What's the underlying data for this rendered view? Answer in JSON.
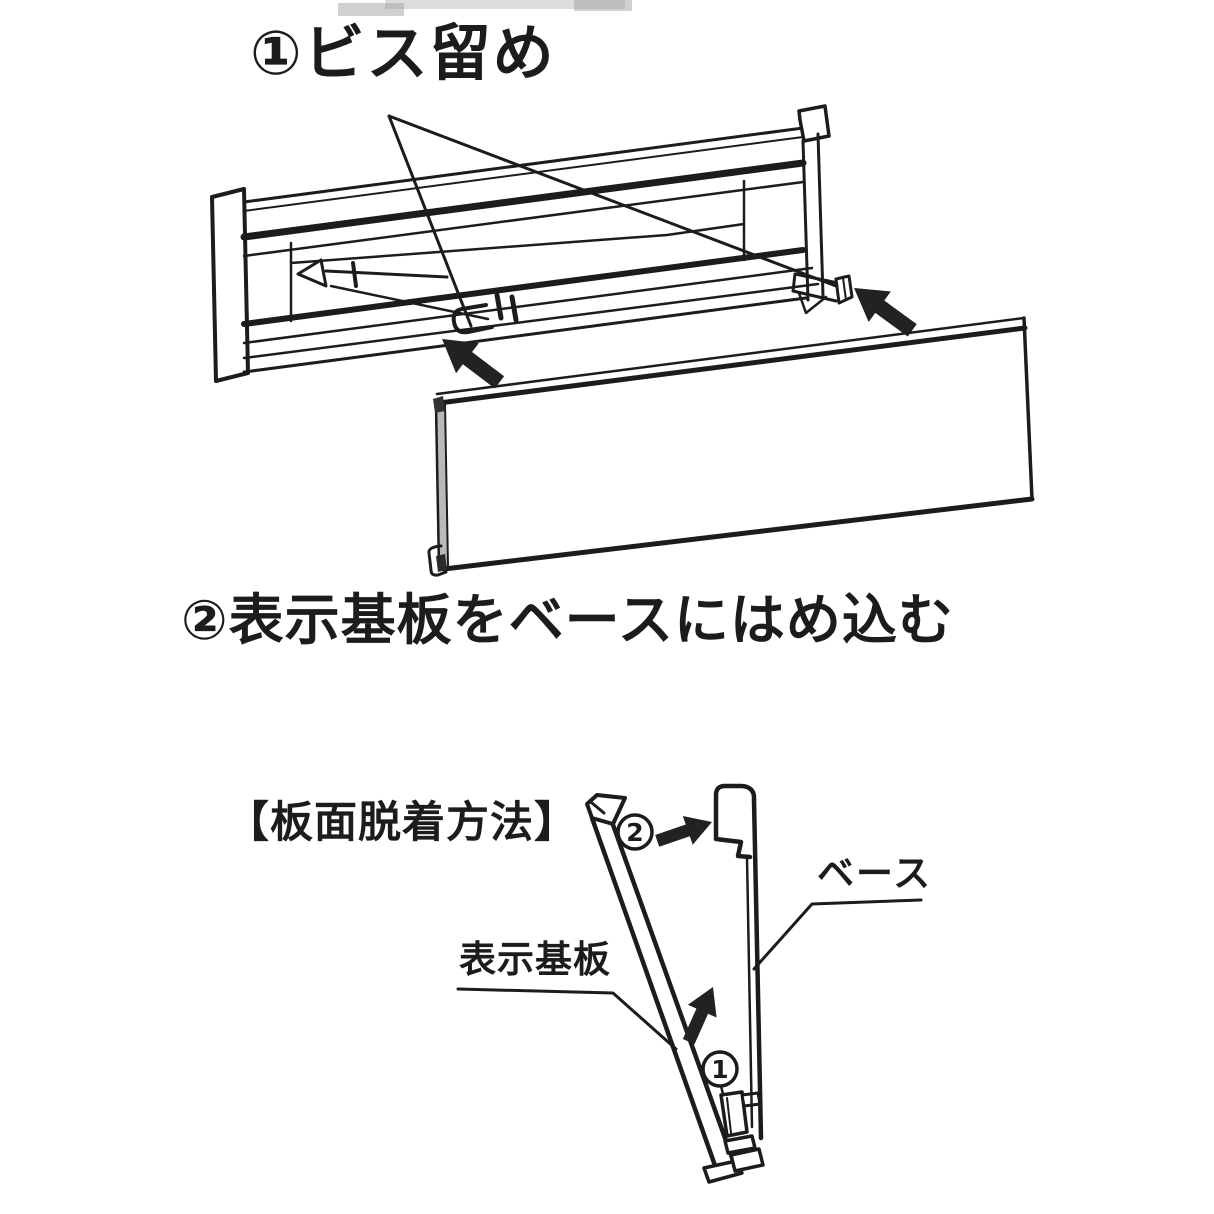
{
  "colors": {
    "ink": "#1c1c1c",
    "paper": "#ffffff",
    "panel_side_face": "#b9b9b9",
    "arrow_fill": "#222222"
  },
  "step1": {
    "label": "①ビス留め"
  },
  "step2": {
    "label": "②表示基板をベースにはめ込む"
  },
  "detail": {
    "title": "【板面脱着方法】",
    "base_label": "ベース",
    "board_label": "表示基板",
    "marker_top": "2",
    "marker_bottom": "1"
  }
}
